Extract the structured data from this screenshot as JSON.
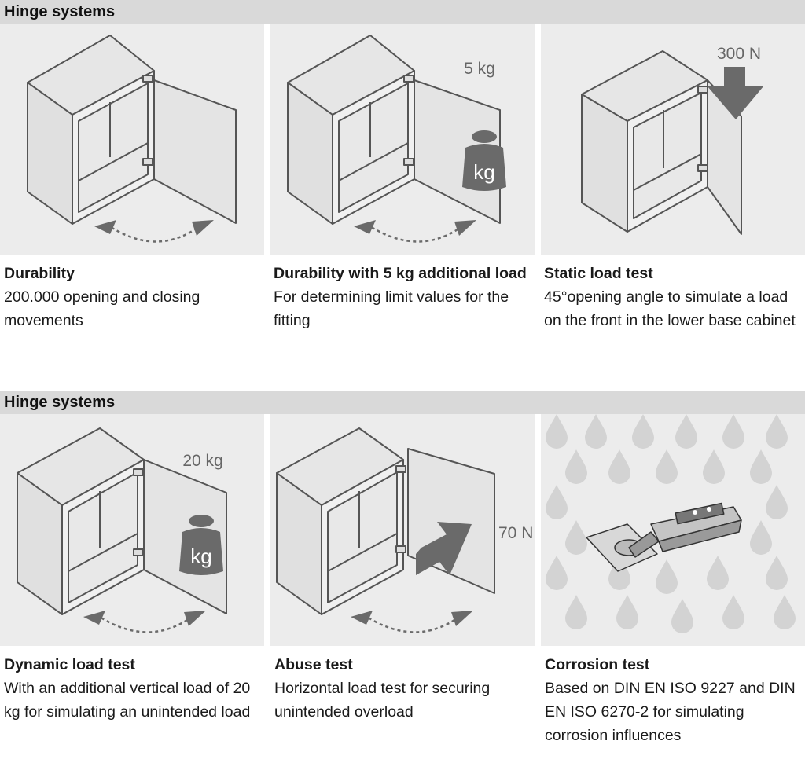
{
  "sections": [
    {
      "title": "Hinge systems"
    },
    {
      "title": "Hinge systems"
    }
  ],
  "tests": [
    {
      "title": "Durability",
      "description": "200.000 opening and closing movements"
    },
    {
      "title": "Durability with 5 kg additional load",
      "description": "For determining limit values for the fitting",
      "load_label": "5 kg",
      "weight_label": "kg"
    },
    {
      "title": "Static load test",
      "description": "45°opening angle to simulate a load on the front in the lower base cabinet",
      "load_label": "300 N"
    },
    {
      "title": "Dynamic load test",
      "description": "With an additional vertical load of 20 kg for simulating an unintended load",
      "load_label": "20 kg",
      "weight_label": "kg"
    },
    {
      "title": "Abuse test",
      "description": "Horizontal load test for securing unintended overload",
      "load_label": "70 N"
    },
    {
      "title": "Corrosion test",
      "description": "Based on DIN EN ISO 9227 and DIN EN ISO 6270-2 for simulating corrosion influences"
    }
  ],
  "colors": {
    "header_bg": "#d9d9d9",
    "panel_bg": "#ececec",
    "outline": "#555555",
    "arrow": "#6a6a6a",
    "drop": "#d3d3d3"
  },
  "icons": [
    "cabinet-icon",
    "double-arrow-icon",
    "weight-icon",
    "down-arrow-icon",
    "push-arrow-icon",
    "water-drop-icon",
    "hinge-icon"
  ]
}
